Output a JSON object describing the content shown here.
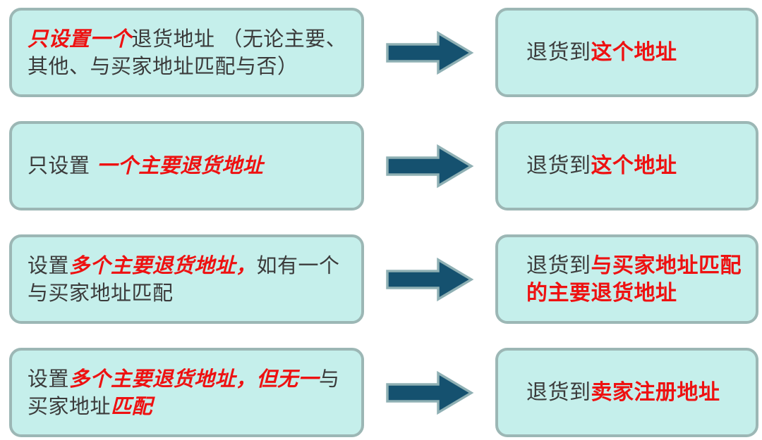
{
  "colors": {
    "background": "#ffffff",
    "box_fill": "#c5efeb",
    "box_border": "#9cb7b5",
    "arrow_fill": "#15516f",
    "arrow_outline": "#8fb0b4",
    "text_dark": "#3b3b3b",
    "text_red": "#ee1111"
  },
  "icons": {
    "flow_arrow": "arrow-right"
  },
  "rows": [
    {
      "condition": {
        "segments": [
          {
            "text": "只设置一个",
            "style": "highlight-italic"
          },
          {
            "text": "退货地址 （无论主要、其他、与买家地址匹配与否）",
            "style": "normal"
          }
        ]
      },
      "result": {
        "segments": [
          {
            "text": "退货到",
            "style": "normal"
          },
          {
            "text": "这个地址",
            "style": "highlight"
          }
        ]
      }
    },
    {
      "condition": {
        "segments": [
          {
            "text": "只设置 ",
            "style": "normal"
          },
          {
            "text": "一个主要退货地址",
            "style": "highlight-italic"
          }
        ]
      },
      "result": {
        "segments": [
          {
            "text": "退货到",
            "style": "normal"
          },
          {
            "text": "这个地址",
            "style": "highlight"
          }
        ]
      }
    },
    {
      "condition": {
        "segments": [
          {
            "text": "设置",
            "style": "normal"
          },
          {
            "text": "多个主要退货地址，",
            "style": "highlight-italic"
          },
          {
            "text": "如有一个与买家地址匹配",
            "style": "normal"
          }
        ]
      },
      "result": {
        "segments": [
          {
            "text": "退货到",
            "style": "normal"
          },
          {
            "text": "与买家地址匹配的主要退货地址",
            "style": "highlight"
          }
        ]
      }
    },
    {
      "condition": {
        "segments": [
          {
            "text": "设置",
            "style": "normal"
          },
          {
            "text": "多个主要退货地址，但无一",
            "style": "highlight-italic"
          },
          {
            "text": "与买家地址",
            "style": "normal"
          },
          {
            "text": "匹配",
            "style": "highlight-italic"
          }
        ]
      },
      "result": {
        "segments": [
          {
            "text": "退货到",
            "style": "normal"
          },
          {
            "text": "卖家注册地址",
            "style": "highlight"
          }
        ]
      }
    }
  ]
}
